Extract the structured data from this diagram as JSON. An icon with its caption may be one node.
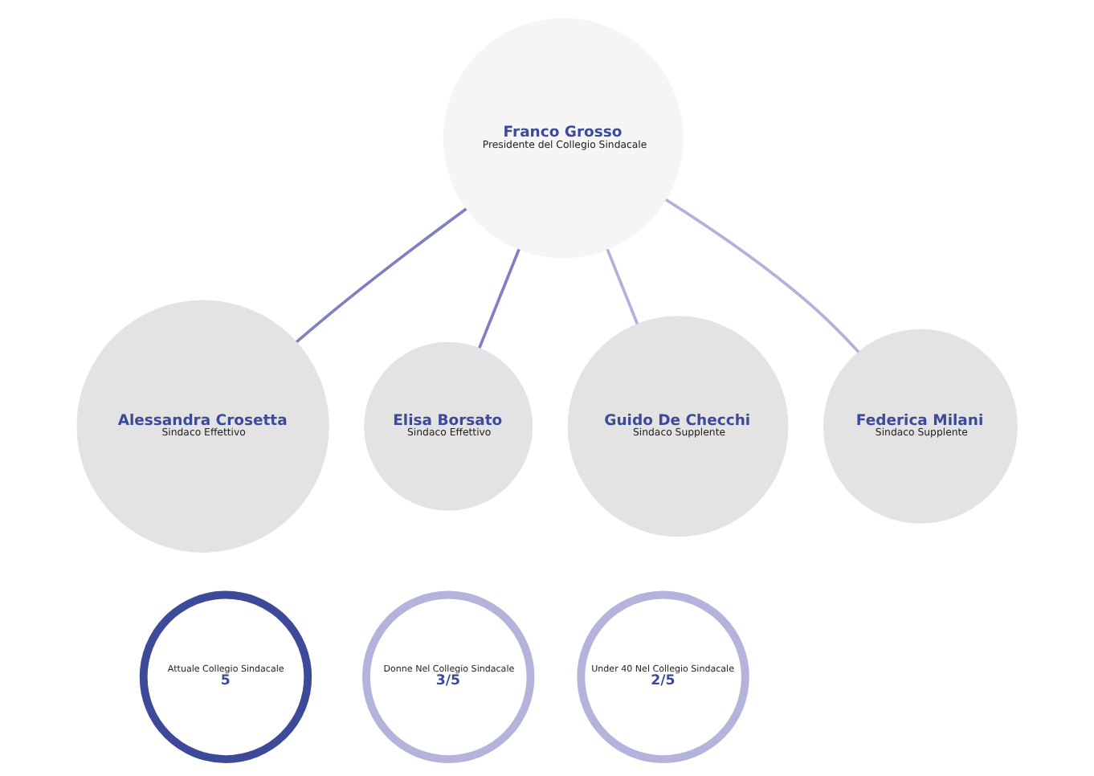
{
  "diagram": {
    "nodes": [
      {
        "text": [
          "Franco Grosso",
          "Presidente del Collegio Sindacale"
        ]
      },
      {
        "text": [
          "Alessandra Crosetta",
          "Sindaco Effettivo"
        ]
      },
      {
        "text": [
          "Elisa Borsato",
          "Sindaco Effettivo"
        ]
      },
      {
        "text": [
          "Guido De Checchi",
          "Sindaco Supplente"
        ]
      },
      {
        "text": [
          "Federica Milani",
          "Sindaco Supplente"
        ]
      },
      {
        "text": [
          "Attuale Collegio Sindacale",
          "5"
        ]
      },
      {
        "text": [
          "Donne Nel Collegio Sindacale",
          "3/5"
        ]
      },
      {
        "text": [
          "Under 40 Nel Collegio Sindacale",
          "2/5"
        ]
      }
    ],
    "edges": [
      {
        "from": 0,
        "to": 1,
        "arrow": "none"
      },
      {
        "from": 0,
        "to": 2,
        "arrow": "none"
      },
      {
        "from": 0,
        "to": 3,
        "arrow": "none",
        "color": "#b3b0d9"
      },
      {
        "from": 0,
        "to": 4,
        "arrow": "none",
        "color": "#b3b0d9"
      }
    ]
  }
}
